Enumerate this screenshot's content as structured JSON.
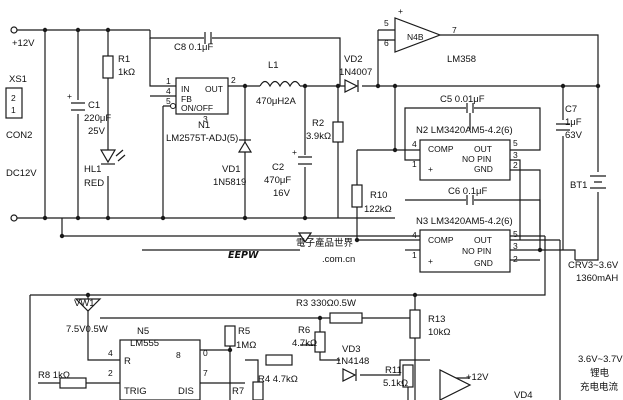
{
  "labels": {
    "vin": "+12V",
    "xs1": "XS1",
    "xs1_p2": "2",
    "xs1_p1": "1",
    "con2": "CON2",
    "dc12v": "DC12V",
    "c1_name": "C1",
    "c1_val": "220μF",
    "c1_v": "25V",
    "hl1_name": "HL1",
    "hl1_color": "RED",
    "r1_name": "R1",
    "r1_val": "1kΩ",
    "c8": "C8  0.1μF",
    "l1_name": "L1",
    "l1_val": "470μH2A",
    "n1_in": "IN",
    "n1_out": "OUT",
    "n1_fb": "FB",
    "n1_onoff": "ON/OFF",
    "n1_name": "N1",
    "n1_part": "LM2575T-ADJ(5)",
    "n1_p1": "1",
    "n1_p2": "2",
    "n1_p4": "4",
    "n1_p5": "5",
    "n1_p3": "3",
    "vd1_name": "VD1",
    "vd1_part": "1N5819",
    "c2_name": "C2",
    "c2_val": "470μF",
    "c2_v": "16V",
    "r2_name": "R2",
    "r2_val": "3.9kΩ",
    "vd2_name": "VD2",
    "vd2_part": "1N4007",
    "n4b": "N4B",
    "n4b_p5": "5",
    "n4b_p6": "6",
    "n4b_p7": "7",
    "lm358": "LM358",
    "c5": "C5  0.01μF",
    "c6": "C6  0.1μF",
    "c7_name": "C7",
    "c7_val": "1μF",
    "c7_v": "63V",
    "n2_label": "N2  LM3420AM5-4.2(6)",
    "n3_label": "N3  LM3420AM5-4.2(6)",
    "ic_comp": "COMP",
    "ic_out": "OUT",
    "ic_nopin": "NO PIN",
    "ic_gnd": "GND",
    "ic_plus": "+",
    "pin4": "4",
    "pin5": "5",
    "pin3": "3",
    "pin2": "2",
    "pin1": "1",
    "r10_name": "R10",
    "r10_val": "122kΩ",
    "bt1": "BT1",
    "bt1_spec1": "CRV3~3.6V",
    "bt1_spec2": "1360mAH",
    "vw1_name": "VW1",
    "vw1_val": "7.5V0.5W",
    "n5_name": "N5",
    "n5_part": "LM555",
    "n5_r": "R",
    "n5_trig": "TRIG",
    "n5_dis": "DIS",
    "n5_p2": "2",
    "n5_p4": "4",
    "n5_p7": "7",
    "n5_p8": "8",
    "n5_p0": "0",
    "r3": "R3  330Ω0.5W",
    "r5_name": "R5",
    "r5_val": "1MΩ",
    "r6_name": "R6",
    "r6_val": "4.7kΩ",
    "vd3_name": "VD3",
    "vd3_part": "1N4148",
    "r13_name": "R13",
    "r13_val": "10kΩ",
    "r11_name": "R11",
    "r11_val": "5.1kΩ",
    "r8": "R8  1kΩ",
    "r7": "R7",
    "r4": "R4  4.7kΩ",
    "plus12v": "+12V",
    "vd4": "VD4",
    "note1": "3.6V~3.7V",
    "note2": "锂电",
    "note3": "充电电流",
    "watermark_main": "EEPW",
    "watermark_cn": "電子產品世界",
    "watermark_url": ".com.cn"
  },
  "colors": {
    "ink": "#1a1a1a",
    "watermark_red": "#d9362b",
    "watermark_blue": "#2f6fb5",
    "background": "#ffffff"
  }
}
